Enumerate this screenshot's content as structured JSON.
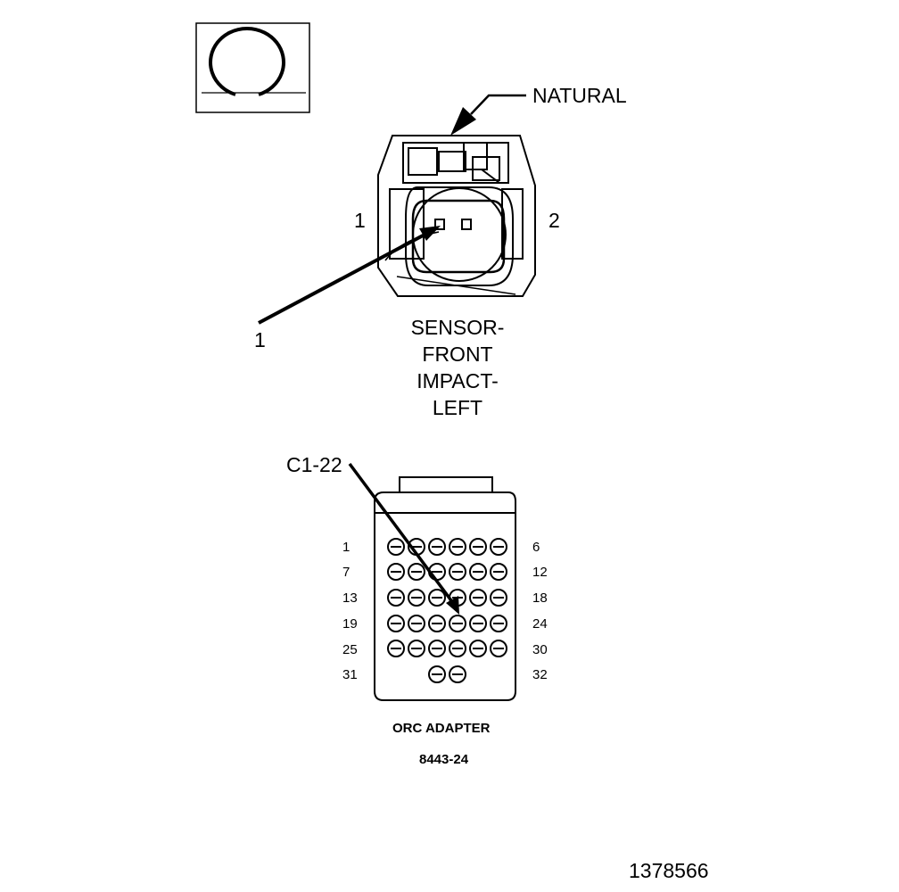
{
  "labels": {
    "natural": "NATURAL",
    "pin_left": "1",
    "pin_right": "2",
    "callout_1": "1",
    "sensor_title": [
      "SENSOR-",
      "FRONT",
      "IMPACT-",
      "LEFT"
    ],
    "callout_c1_22": "C1-22",
    "row_left": [
      "1",
      "7",
      "13",
      "19",
      "25",
      "31"
    ],
    "row_right": [
      "6",
      "12",
      "18",
      "24",
      "30",
      "32"
    ],
    "adapter_name": "ORC ADAPTER",
    "adapter_number": "8443-24",
    "figure_id": "1378566"
  },
  "icon": "omega-symbol-icon"
}
